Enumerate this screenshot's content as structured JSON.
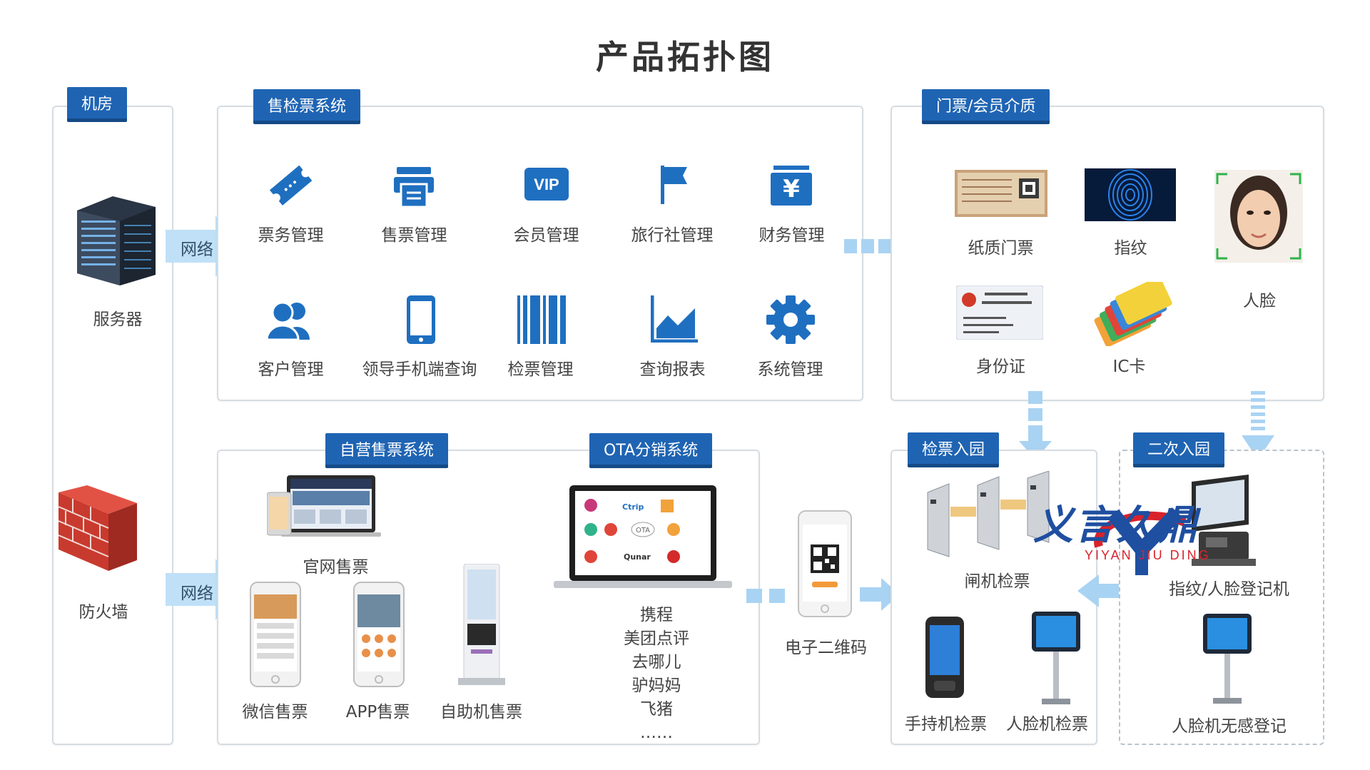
{
  "title": "产品拓扑图",
  "colors": {
    "tag_bg": "#1f64b3",
    "icon_blue": "#1f6fc0",
    "arrow": "#a9d3f3",
    "border": "#d6dce2"
  },
  "sections": {
    "server_room": {
      "tag": "机房",
      "server": "服务器",
      "firewall": "防火墙"
    },
    "network": {
      "top": "网络",
      "bottom": "网络"
    },
    "ticketing": {
      "tag": "售检票系统",
      "items": [
        {
          "label": "票务管理",
          "icon": "ticket-icon"
        },
        {
          "label": "售票管理",
          "icon": "printer-icon"
        },
        {
          "label": "会员管理",
          "icon": "vip-icon"
        },
        {
          "label": "旅行社管理",
          "icon": "flag-icon"
        },
        {
          "label": "财务管理",
          "icon": "yuan-icon"
        },
        {
          "label": "客户管理",
          "icon": "users-icon"
        },
        {
          "label": "领导手机端查询",
          "icon": "phone-icon"
        },
        {
          "label": "检票管理",
          "icon": "barcode-icon"
        },
        {
          "label": "查询报表",
          "icon": "area-chart-icon"
        },
        {
          "label": "系统管理",
          "icon": "gear-icon"
        }
      ]
    },
    "media": {
      "tag": "门票/会员介质",
      "items": [
        "纸质门票",
        "指纹",
        "人脸",
        "身份证",
        "IC卡"
      ]
    },
    "self_sale": {
      "tag": "自营售票系统",
      "items": [
        "官网售票",
        "微信售票",
        "APP售票",
        "自助机售票"
      ]
    },
    "ota": {
      "tag": "OTA分销系统",
      "list": [
        "携程",
        "美团点评",
        "去哪儿",
        "驴妈妈",
        "飞猪",
        "……"
      ],
      "laptop_center": "OTA"
    },
    "qr": {
      "label": "电子二维码"
    },
    "check_in": {
      "tag": "检票入园",
      "gate": "闸机检票",
      "handheld": "手持机检票",
      "face": "人脸机检票"
    },
    "second_entry": {
      "tag": "二次入园",
      "register": "指纹/人脸登记机",
      "face_noninductive": "人脸机无感登记"
    },
    "watermark": {
      "cn": "义言久鼎",
      "en": "YIYAN JIU DING"
    }
  }
}
